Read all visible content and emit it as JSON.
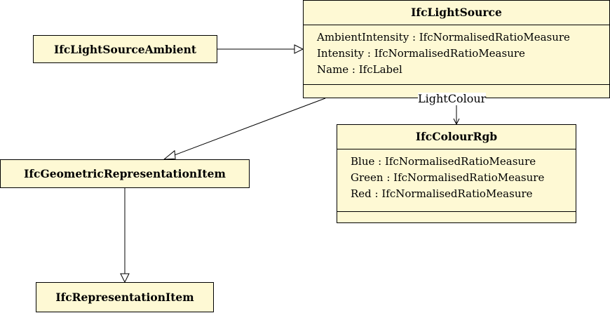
{
  "classes": {
    "light_source": {
      "name": "IfcLightSource",
      "attributes": [
        "AmbientIntensity : IfcNormalisedRatioMeasure",
        "Intensity : IfcNormalisedRatioMeasure",
        "Name : IfcLabel"
      ]
    },
    "light_source_ambient": {
      "name": "IfcLightSourceAmbient"
    },
    "colour_rgb": {
      "name": "IfcColourRgb",
      "attributes": [
        "Blue : IfcNormalisedRatioMeasure",
        "Green : IfcNormalisedRatioMeasure",
        "Red : IfcNormalisedRatioMeasure"
      ]
    },
    "geometric_representation_item": {
      "name": "IfcGeometricRepresentationItem"
    },
    "representation_item": {
      "name": "IfcRepresentationItem"
    }
  },
  "associations": {
    "light_colour": {
      "role": "LightColour"
    }
  }
}
